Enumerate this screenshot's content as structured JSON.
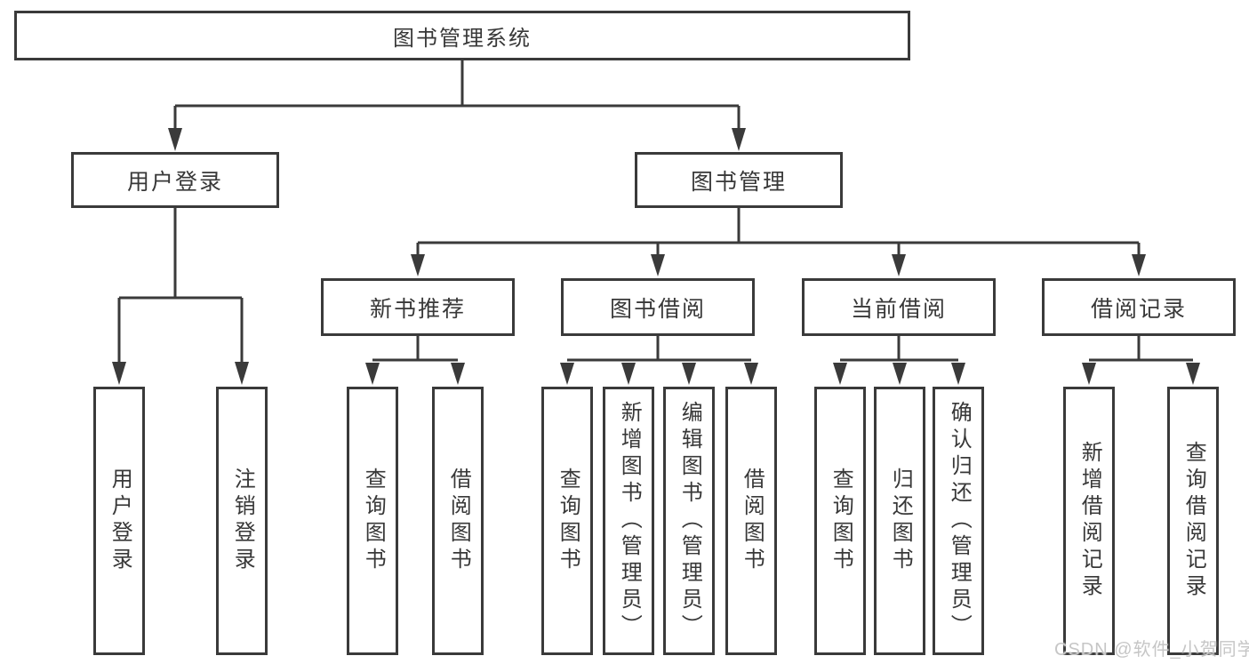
{
  "nodes": {
    "root": "图书管理系统",
    "userLogin": "用户登录",
    "bookMgmt": "图书管理",
    "newBookRec": "新书推荐",
    "bookBorrow": "图书借阅",
    "currentBorrow": "当前借阅",
    "borrowRecord": "借阅记录",
    "leaves": {
      "userLogin": [
        "用户登录",
        "注销登录"
      ],
      "newBookRec": [
        "查询图书",
        "借阅图书"
      ],
      "bookBorrow": [
        "查询图书",
        "新增图书（管理员）",
        "编辑图书（管理员）",
        "借阅图书"
      ],
      "currentBorrow": [
        "查询图书",
        "归还图书",
        "确认归还（管理员）"
      ],
      "borrowRecord": [
        "新增借阅记录",
        "查询借阅记录"
      ]
    }
  },
  "watermark": "CSDN @软件_小贺同学",
  "colors": {
    "line": "#3a3a3a",
    "border": "#3a3a3a",
    "text": "#383838",
    "background": "#ffffff",
    "watermark": "#c6c6c6"
  }
}
